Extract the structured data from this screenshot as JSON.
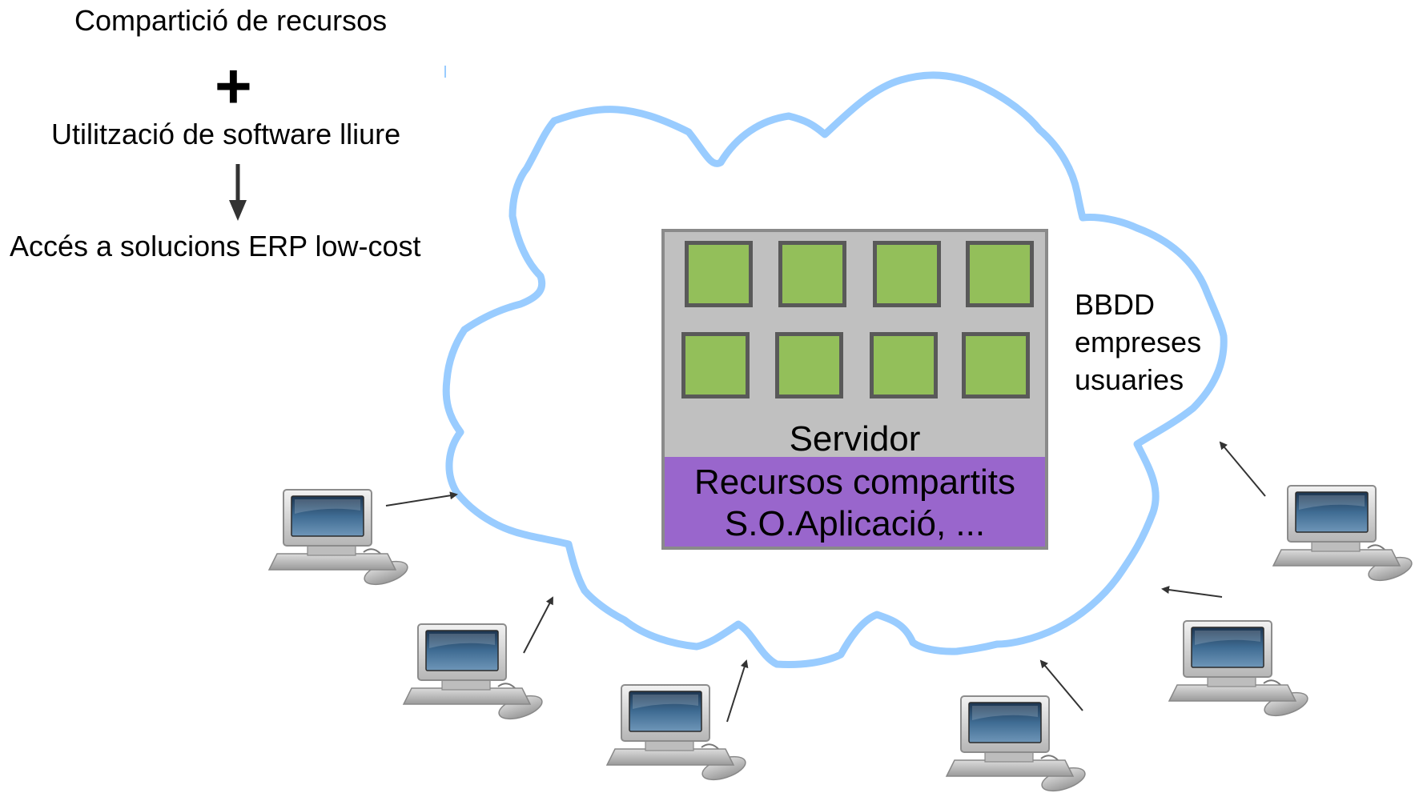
{
  "flow": {
    "step1": "Compartició de recursos",
    "plus_symbol": "+",
    "step2": "Utilització de software lliure",
    "step3": "Accés a solucions ERP low-cost"
  },
  "server": {
    "label": "Servidor",
    "resources_line1": "Recursos compartits",
    "resources_line2": "S.O.Aplicació, ..."
  },
  "database": {
    "line1": "BBDD",
    "line2": "empreses",
    "line3": "usuaries"
  },
  "colors": {
    "cloud_stroke": "#99ccff",
    "server_bg": "#c0c0c0",
    "vm_fill": "#93bf5a",
    "vm_border": "#595959",
    "resources_bg": "#9966cc",
    "arrow": "#333333"
  },
  "icons": {
    "computer": "desktop-computer-icon",
    "cloud": "cloud-icon"
  }
}
